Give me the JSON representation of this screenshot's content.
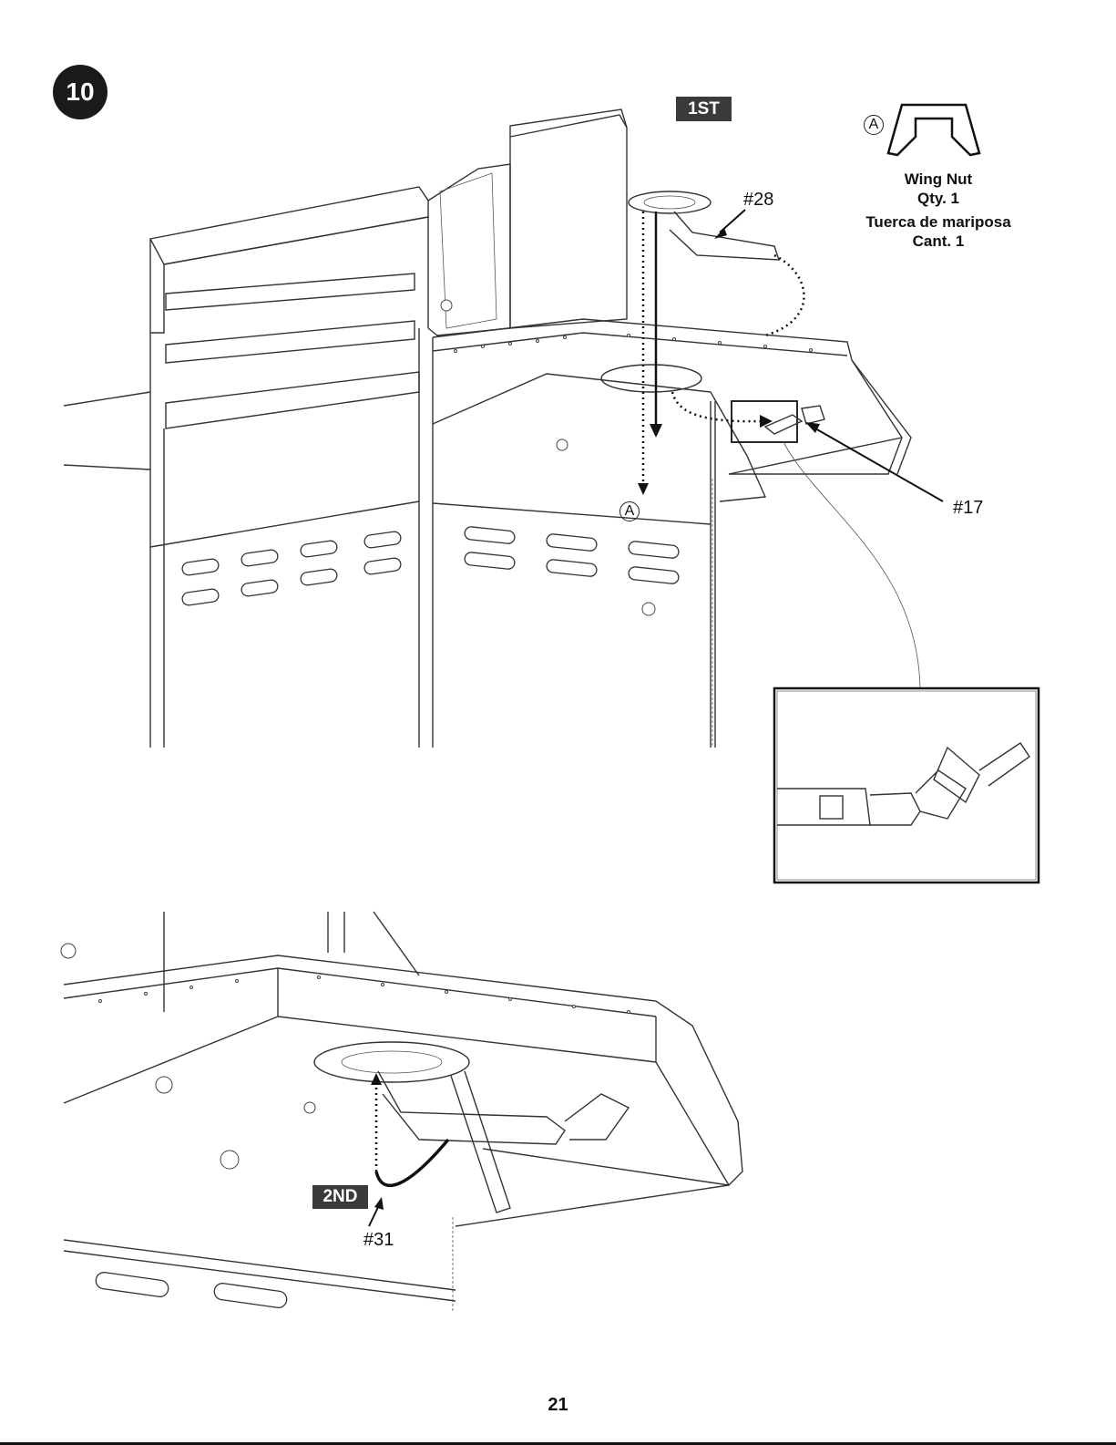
{
  "step": {
    "number": "10"
  },
  "tags": {
    "first": "1ST",
    "second": "2ND"
  },
  "callouts": {
    "part28": "#28",
    "part17": "#17",
    "part31": "#31"
  },
  "hardware": {
    "letter": "A",
    "name_en": "Wing Nut",
    "qty_en": "Qty. 1",
    "name_es": "Tuerca de mariposa",
    "qty_es": "Cant. 1"
  },
  "page_number": "21"
}
